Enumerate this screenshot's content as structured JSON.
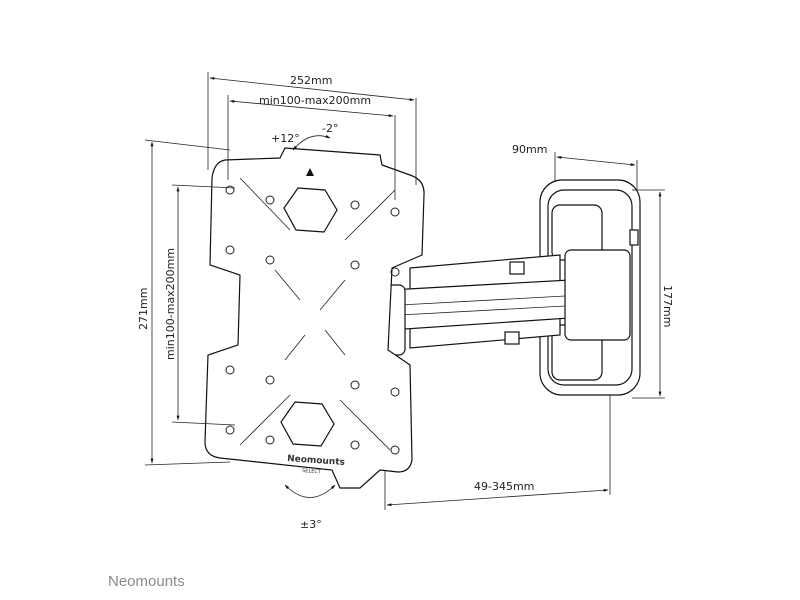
{
  "dimensions": {
    "plate_width": "252mm",
    "vesa_horizontal": "min100-max200mm",
    "tilt_up": "+12°",
    "tilt_down": "-2°",
    "plate_height": "271mm",
    "vesa_vertical": "min100-max200mm",
    "wall_plate_width": "90mm",
    "wall_plate_height": "177mm",
    "extension": "49-345mm",
    "rotation": "±3°"
  },
  "plate_logo": {
    "brand": "Neomounts",
    "sub": "SELECT"
  },
  "footer_brand": "Neomounts"
}
